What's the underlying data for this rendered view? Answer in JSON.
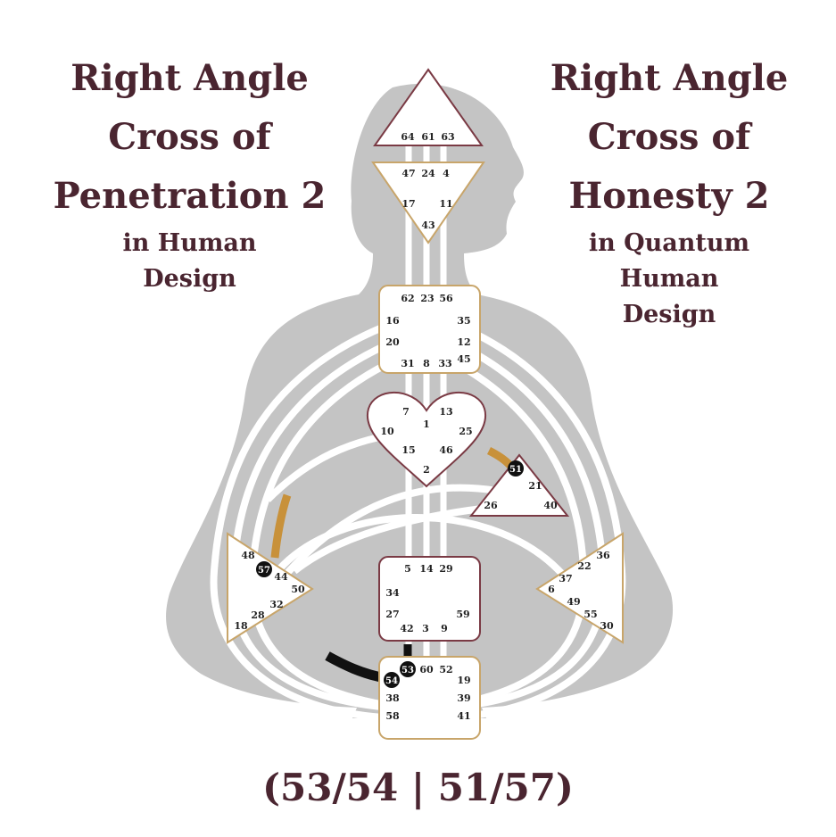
{
  "titles": {
    "left": {
      "line1": "Right Angle",
      "line2": "Cross of",
      "line3": "Penetration 2",
      "sub1": "in Human",
      "sub2": "Design"
    },
    "right": {
      "line1": "Right Angle",
      "line2": "Cross of",
      "line3": "Honesty 2",
      "sub1": "in Quantum",
      "sub2": "Human",
      "sub3": "Design"
    }
  },
  "formula": "(53/54 | 51/57)",
  "colors": {
    "title": "#4a2530",
    "body": "#c4c4c4",
    "channel": "#ffffff",
    "gold": "#c8913a",
    "active": "#111111",
    "center_border_gold": "#c8a56a",
    "center_border_maroon": "#7a3a44"
  },
  "centers": {
    "head": [
      "64",
      "61",
      "63"
    ],
    "ajna": [
      "47",
      "24",
      "4",
      "17",
      "11",
      "43"
    ],
    "throat": [
      "62",
      "23",
      "56",
      "16",
      "35",
      "20",
      "12",
      "31",
      "8",
      "33",
      "45"
    ],
    "g": [
      "7",
      "13",
      "1",
      "10",
      "25",
      "15",
      "46",
      "2"
    ],
    "ego": [
      "51",
      "21",
      "26",
      "40"
    ],
    "spleen": [
      "48",
      "57",
      "44",
      "50",
      "32",
      "28",
      "18"
    ],
    "sacral": [
      "5",
      "14",
      "29",
      "34",
      "27",
      "59",
      "42",
      "3",
      "9"
    ],
    "solar_plexus": [
      "36",
      "22",
      "37",
      "6",
      "49",
      "55",
      "30"
    ],
    "root": [
      "53",
      "60",
      "52",
      "54",
      "19",
      "38",
      "39",
      "58",
      "41"
    ]
  },
  "active_gates": [
    "51",
    "57",
    "53",
    "54"
  ]
}
